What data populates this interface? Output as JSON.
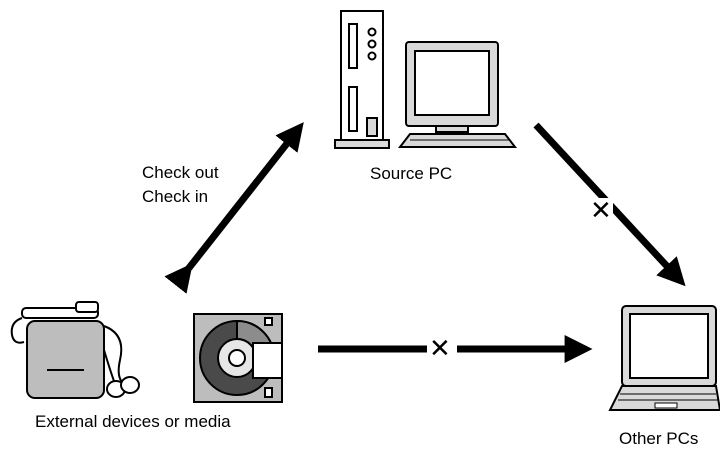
{
  "nodes": {
    "source_pc": {
      "label": "Source PC"
    },
    "external": {
      "label": "External devices or media"
    },
    "other_pcs": {
      "label": "Other PCs"
    }
  },
  "edges": {
    "checkout_label": "Check out",
    "checkin_label": "Check in",
    "blocked_mark": "✕"
  },
  "colors": {
    "line": "#000000",
    "device_fill": "#bdbdbd",
    "device_light": "#e6e6e6",
    "screen": "#ffffff",
    "disc_dark": "#4a4a4a",
    "disc_mid": "#8c8c8c"
  }
}
